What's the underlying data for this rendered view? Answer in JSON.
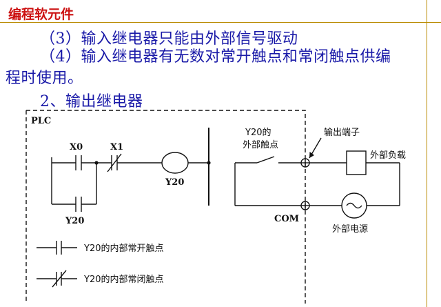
{
  "header": {
    "title": "编程软元件"
  },
  "content": {
    "line1": "（3）输入继电器只能由外部信号驱动",
    "line2": "（4）输入继电器有无数对常开触点和常闭触点供编",
    "line3": "程时使用。",
    "heading": "2、输出继电器"
  },
  "diagram": {
    "plc_label": "PLC",
    "contact_x0": "X0",
    "contact_x1": "X1",
    "coil_y20": "Y20",
    "branch_y20": "Y20",
    "ext_contact_line1": "Y20的",
    "ext_contact_line2": "外部触点",
    "output_terminal": "输出端子",
    "external_load": "外部负载",
    "com": "COM",
    "external_power": "外部电源",
    "legend_no": "Y20的内部常开触点",
    "legend_nc": "Y20的内部常闭触点"
  },
  "colors": {
    "title": "#cc1111",
    "body_text": "#1a1aa8",
    "accent_line": "#b98a00"
  }
}
